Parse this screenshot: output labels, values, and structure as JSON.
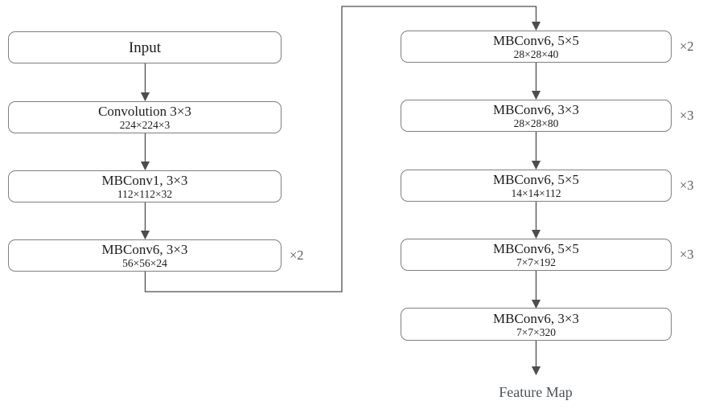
{
  "left_column": [
    {
      "title": "Input",
      "subtitle": "",
      "multiplier": ""
    },
    {
      "title": "Convolution 3×3",
      "subtitle": "224×224×3",
      "multiplier": ""
    },
    {
      "title": "MBConv1, 3×3",
      "subtitle": "112×112×32",
      "multiplier": ""
    },
    {
      "title": "MBConv6, 3×3",
      "subtitle": "56×56×24",
      "multiplier": "×2"
    }
  ],
  "right_column": [
    {
      "title": "MBConv6, 5×5",
      "subtitle": "28×28×40",
      "multiplier": "×2"
    },
    {
      "title": "MBConv6, 3×3",
      "subtitle": "28×28×80",
      "multiplier": "×3"
    },
    {
      "title": "MBConv6, 5×5",
      "subtitle": "14×14×112",
      "multiplier": "×3"
    },
    {
      "title": "MBConv6, 5×5",
      "subtitle": "7×7×192",
      "multiplier": "×3"
    },
    {
      "title": "MBConv6, 3×3",
      "subtitle": "7×7×320",
      "multiplier": ""
    }
  ],
  "output_label": "Feature Map",
  "colors": {
    "background": "#ffffff",
    "box_border": "#7f7f7f",
    "box_text": "#1c1c1c",
    "arrow": "#4d4d4d",
    "muted_label": "#575c63"
  }
}
